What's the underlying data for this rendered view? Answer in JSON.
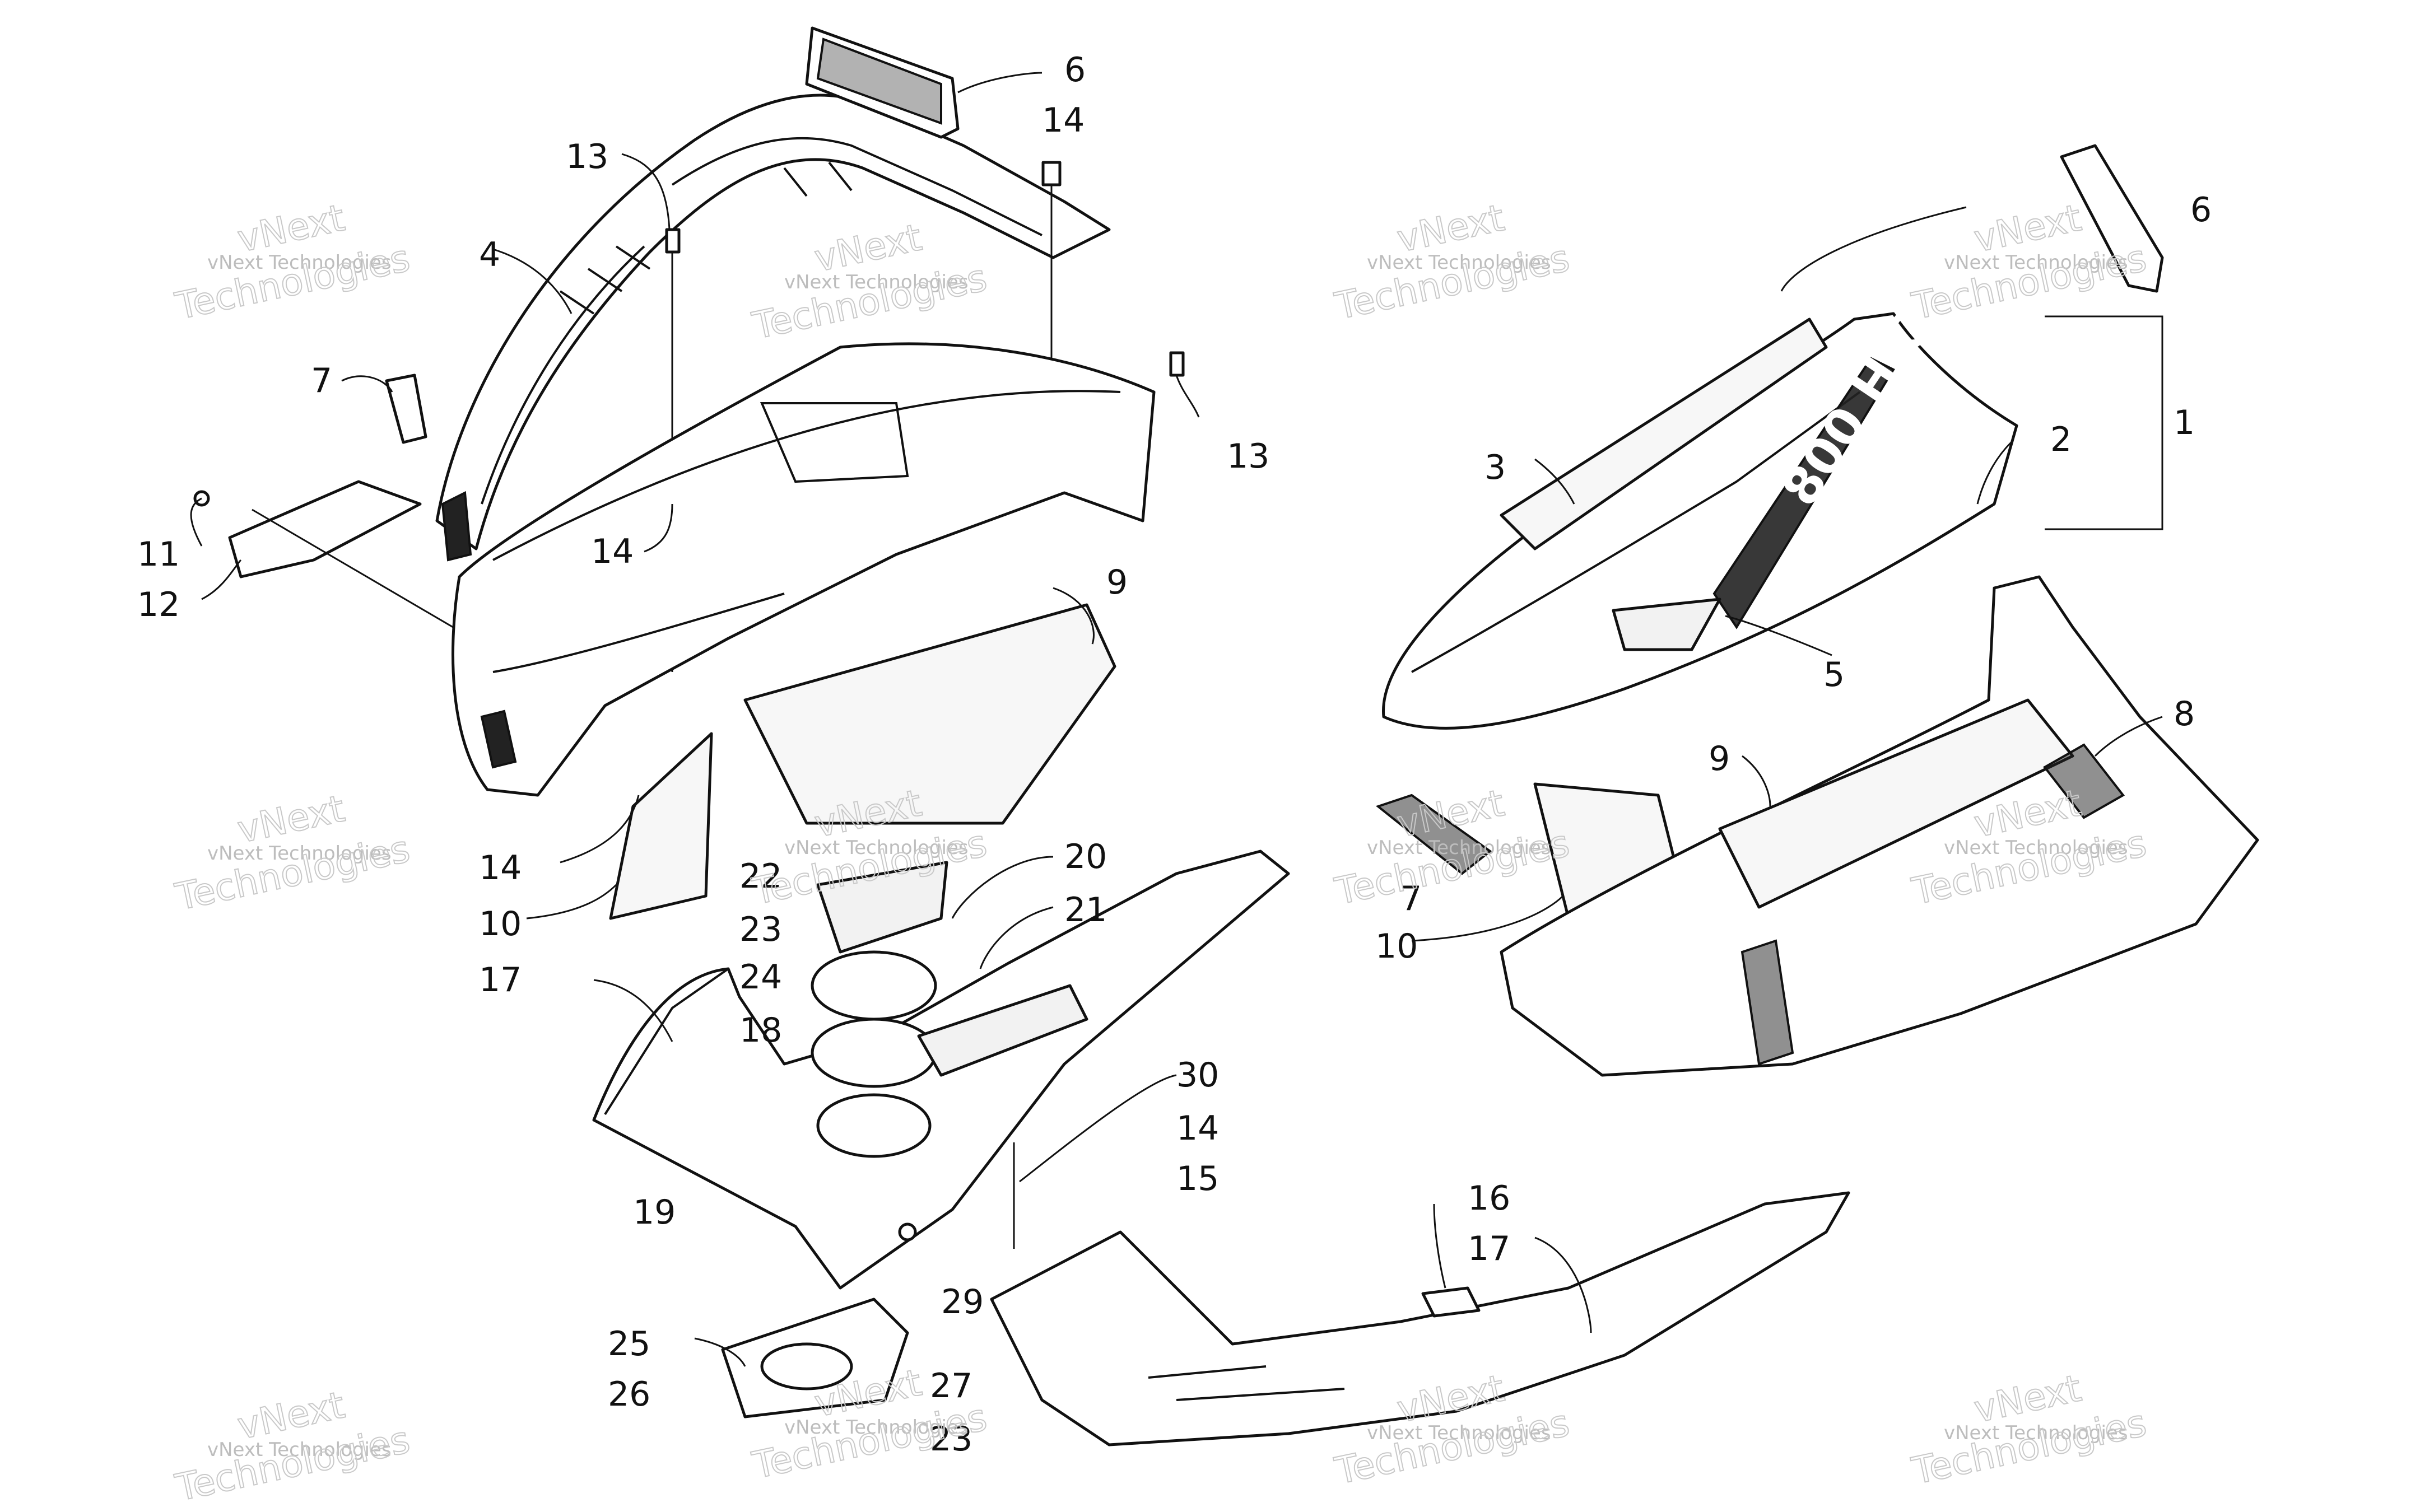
{
  "watermark": {
    "line1": "vNext Technologies",
    "line2": "vNext",
    "line3": "Technologies"
  },
  "callouts": [
    {
      "id": "c6a",
      "text": "6"
    },
    {
      "id": "c14a",
      "text": "14"
    },
    {
      "id": "c13a",
      "text": "13"
    },
    {
      "id": "c4",
      "text": "4"
    },
    {
      "id": "c7a",
      "text": "7"
    },
    {
      "id": "c13b",
      "text": "13"
    },
    {
      "id": "c11",
      "text": "11"
    },
    {
      "id": "c12",
      "text": "12"
    },
    {
      "id": "c14b",
      "text": "14"
    },
    {
      "id": "c9a",
      "text": "9"
    },
    {
      "id": "c14c",
      "text": "14"
    },
    {
      "id": "c10a",
      "text": "10"
    },
    {
      "id": "c22",
      "text": "22"
    },
    {
      "id": "c20",
      "text": "20"
    },
    {
      "id": "c23a",
      "text": "23"
    },
    {
      "id": "c21",
      "text": "21"
    },
    {
      "id": "c24",
      "text": "24"
    },
    {
      "id": "c17a",
      "text": "17"
    },
    {
      "id": "c18",
      "text": "18"
    },
    {
      "id": "c30",
      "text": "30"
    },
    {
      "id": "c14d",
      "text": "14"
    },
    {
      "id": "c15",
      "text": "15"
    },
    {
      "id": "c19",
      "text": "19"
    },
    {
      "id": "c29",
      "text": "29"
    },
    {
      "id": "c16",
      "text": "16"
    },
    {
      "id": "c17b",
      "text": "17"
    },
    {
      "id": "c25",
      "text": "25"
    },
    {
      "id": "c27",
      "text": "27"
    },
    {
      "id": "c26",
      "text": "26"
    },
    {
      "id": "c23b",
      "text": "23"
    },
    {
      "id": "c6b",
      "text": "6"
    },
    {
      "id": "c1",
      "text": "1"
    },
    {
      "id": "c3",
      "text": "3"
    },
    {
      "id": "c2",
      "text": "2"
    },
    {
      "id": "c5",
      "text": "5"
    },
    {
      "id": "c8",
      "text": "8"
    },
    {
      "id": "c9b",
      "text": "9"
    },
    {
      "id": "c7b",
      "text": "7"
    },
    {
      "id": "c10b",
      "text": "10"
    }
  ],
  "logo_text": "800 H.O."
}
